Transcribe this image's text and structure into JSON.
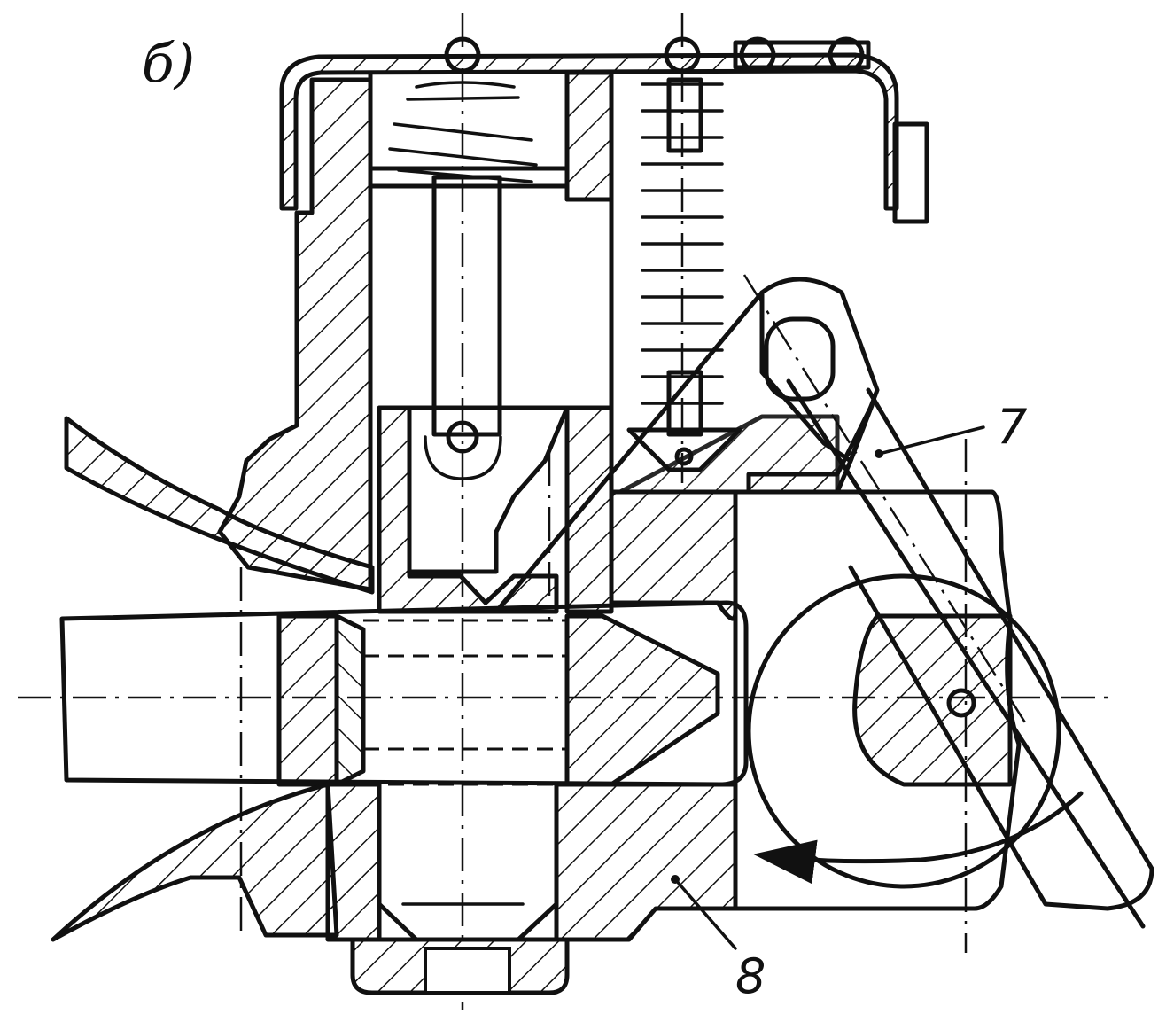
{
  "figure": {
    "panel_label": "б)",
    "callouts": [
      {
        "id": "7",
        "text": "7"
      },
      {
        "id": "8",
        "text": "8"
      }
    ],
    "colors": {
      "ink": "#111111",
      "paper": "#ffffff"
    }
  }
}
